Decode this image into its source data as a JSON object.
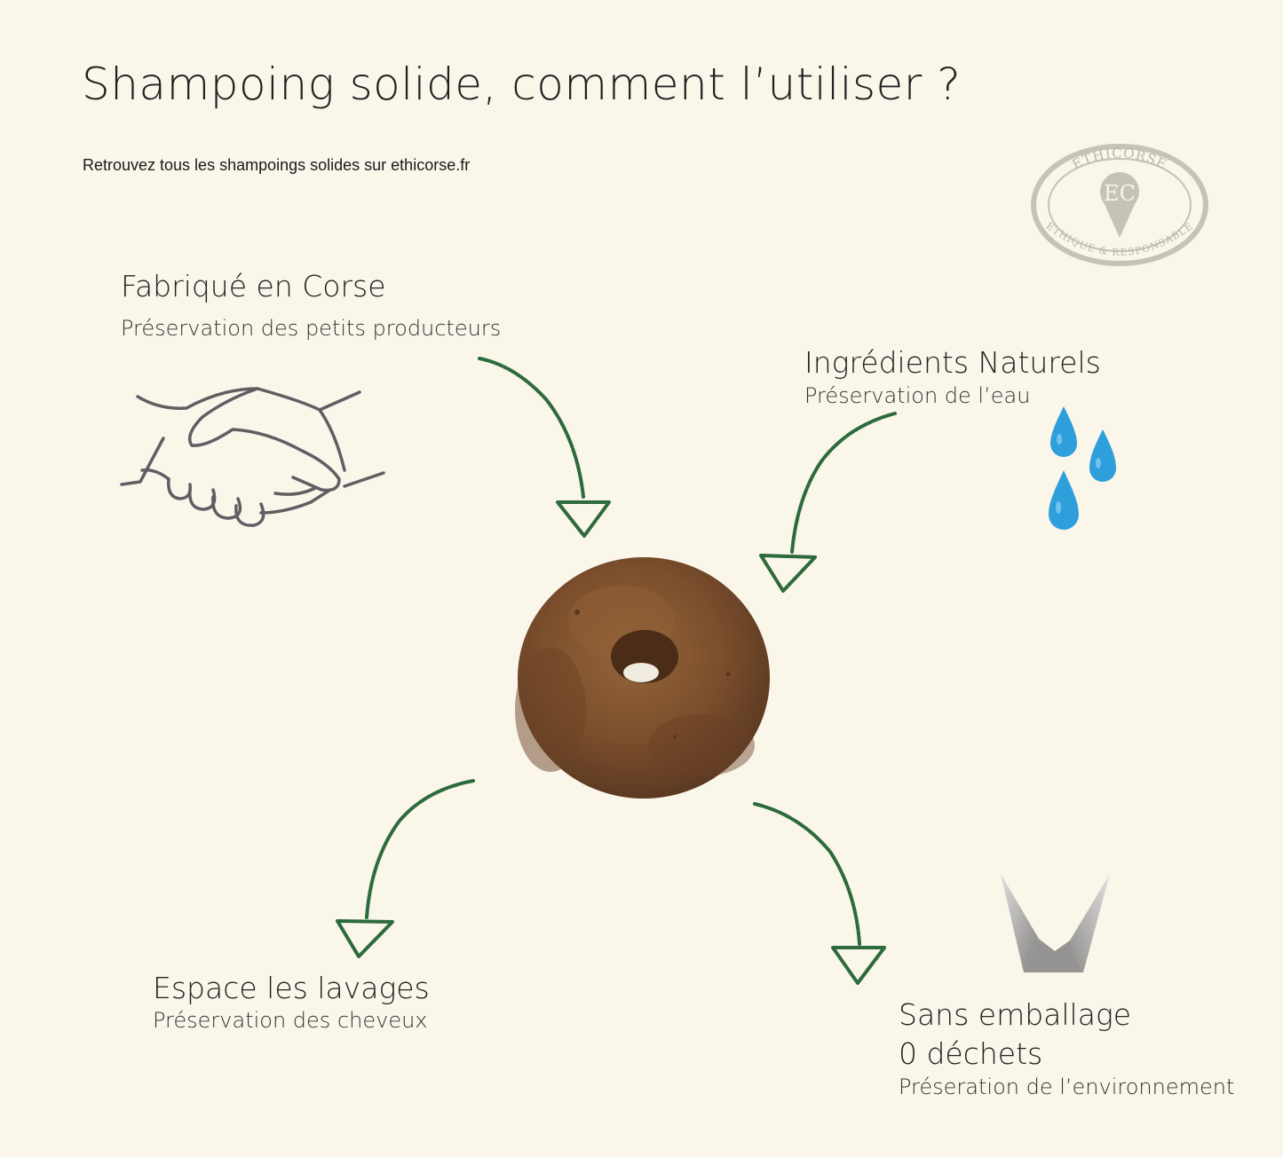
{
  "header": {
    "title": "Shampoing solide, comment l’utiliser ?",
    "subtitle": "Retrouvez tous les shampoings solides sur ethicorse.fr"
  },
  "logo": {
    "top_text": "ETHICORSE",
    "monogram": "EC",
    "bottom_text": "ETHIQUE & RESPONSABLE"
  },
  "features": {
    "corse": {
      "title": "Fabriqué en Corse",
      "sub": "Préservation des petits producteurs",
      "icon": "handshake-icon"
    },
    "naturels": {
      "title": "Ingrédients Naturels",
      "sub": "Préservation de l’eau",
      "icon": "water-drops-icon"
    },
    "lavages": {
      "title": "Espace les lavages",
      "sub": "Préservation des cheveux",
      "icon": ""
    },
    "emballage": {
      "title_line1": "Sans emballage",
      "title_line2": "0 déchets",
      "sub": "Préseration de l’environnement",
      "icon": "crown-icon"
    }
  },
  "colors": {
    "background": "#faf6ea",
    "arrow": "#2d6a3c",
    "drop": "#2f9fdc",
    "shampoo": "#7b4e2c",
    "stamp": "#c4c3b5"
  }
}
